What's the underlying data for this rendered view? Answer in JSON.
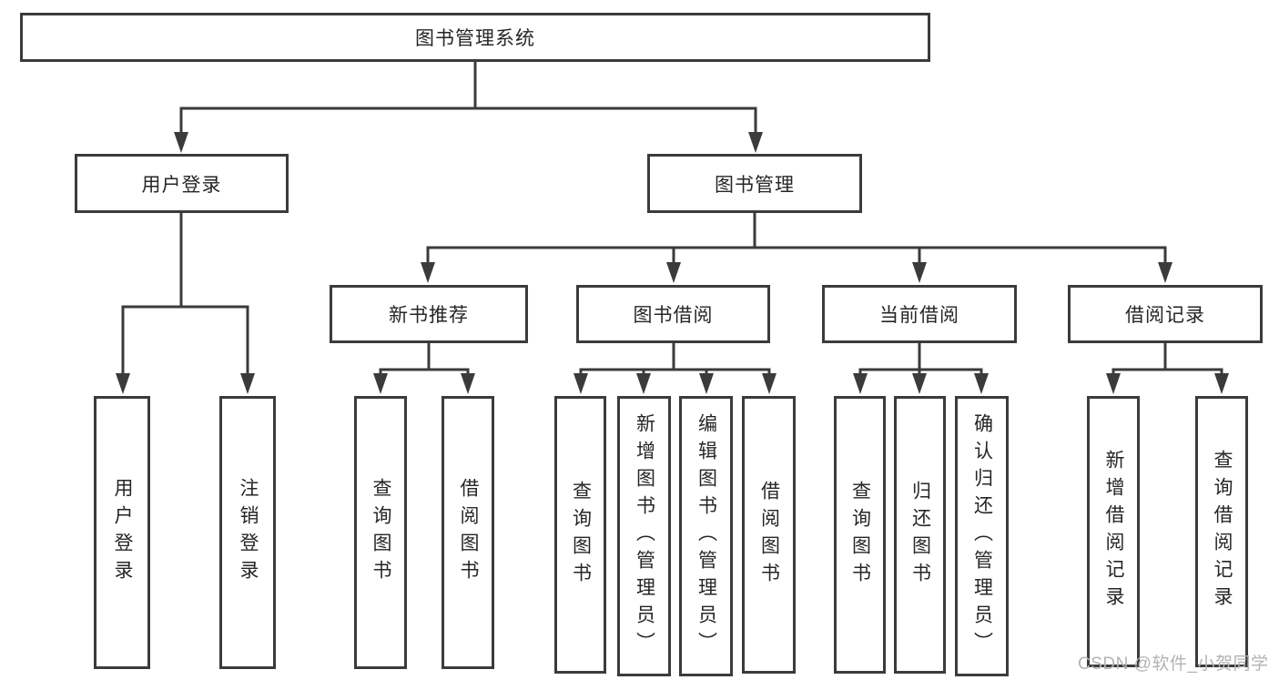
{
  "diagram_title": "图书管理系统",
  "tree": {
    "label": "图书管理系统",
    "children": [
      {
        "label": "用户登录",
        "children": [
          {
            "label": "用户登录"
          },
          {
            "label": "注销登录"
          }
        ]
      },
      {
        "label": "图书管理",
        "children": [
          {
            "label": "新书推荐",
            "children": [
              {
                "label": "查询图书"
              },
              {
                "label": "借阅图书"
              }
            ]
          },
          {
            "label": "图书借阅",
            "children": [
              {
                "label": "查询图书"
              },
              {
                "label": "新增图书（管理员）"
              },
              {
                "label": "编辑图书（管理员）"
              },
              {
                "label": "借阅图书"
              }
            ]
          },
          {
            "label": "当前借阅",
            "children": [
              {
                "label": "查询图书"
              },
              {
                "label": "归还图书"
              },
              {
                "label": "确认归还（管理员）"
              }
            ]
          },
          {
            "label": "借阅记录",
            "children": [
              {
                "label": "新增借阅记录"
              },
              {
                "label": "查询借阅记录"
              }
            ]
          }
        ]
      }
    ]
  },
  "watermark": {
    "text": "CSDN @软件_小贺同学"
  },
  "colors": {
    "line": "#3b3b3b",
    "box_border": "#3b3b3b",
    "text": "#262626",
    "watermark": "#b3b3b3",
    "background": "#ffffff"
  }
}
